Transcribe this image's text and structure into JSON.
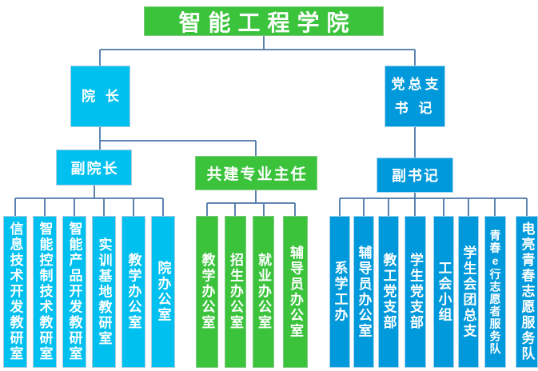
{
  "title": "智能工程学院",
  "palette": {
    "root_green": "#3CC33C",
    "cyan": "#00C0F0",
    "blue": "#0099DB",
    "connector_line": "#4B76A8",
    "node_text": "#FFFFFF"
  },
  "org": {
    "root": "智能工程学院",
    "dean": "院 长",
    "party_secretary": "党总支\n书 记",
    "vice_dean": "副院长",
    "joint_major_director": "共建专业主任",
    "deputy_secretary": "副书记",
    "dean_offices": [
      "信息技术开发教研室",
      "智能控制技术教研室",
      "智能产品开发教研室",
      "实训基地教研室",
      "教学办公室",
      "院办公室"
    ],
    "joint_offices": [
      "教学办公室",
      "招生办公室",
      "就业办公室",
      "辅导员办公室"
    ],
    "secretary_offices": [
      "系学工办",
      "辅导员办公室",
      "教工党支部",
      "学生党支部",
      "工会小组",
      "学生会团总支",
      "青春e行志愿者服务队",
      "电亮青春志愿服务队"
    ]
  }
}
